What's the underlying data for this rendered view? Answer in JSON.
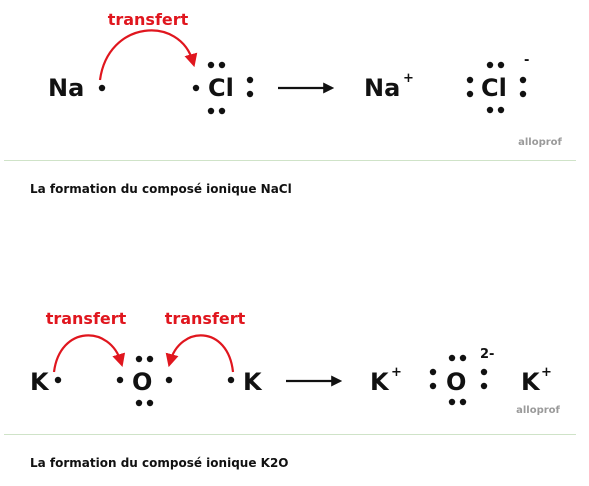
{
  "panel1": {
    "transfer_label": "transfert",
    "na": "Na",
    "cl": "Cl",
    "na_product": "Na",
    "na_charge": "+",
    "cl_product": "Cl",
    "cl_charge": "-",
    "logo": "alloprof",
    "caption": "La formation du composé ionique NaCl"
  },
  "panel2": {
    "transfer_label_left": "transfert",
    "transfer_label_right": "transfert",
    "k_left": "K",
    "o": "O",
    "k_right": "K",
    "k_product_left": "K",
    "k_product_left_charge": "+",
    "o_product": "O",
    "o_charge": "2-",
    "k_product_right": "K",
    "k_product_right_charge": "+",
    "logo": "alloprof",
    "caption": "La formation du composé ionique K2O"
  },
  "colors": {
    "transfer": "#e0161e",
    "symbol": "#111111",
    "divider": "#cfe3c8",
    "logo": "#9a9a9a"
  }
}
